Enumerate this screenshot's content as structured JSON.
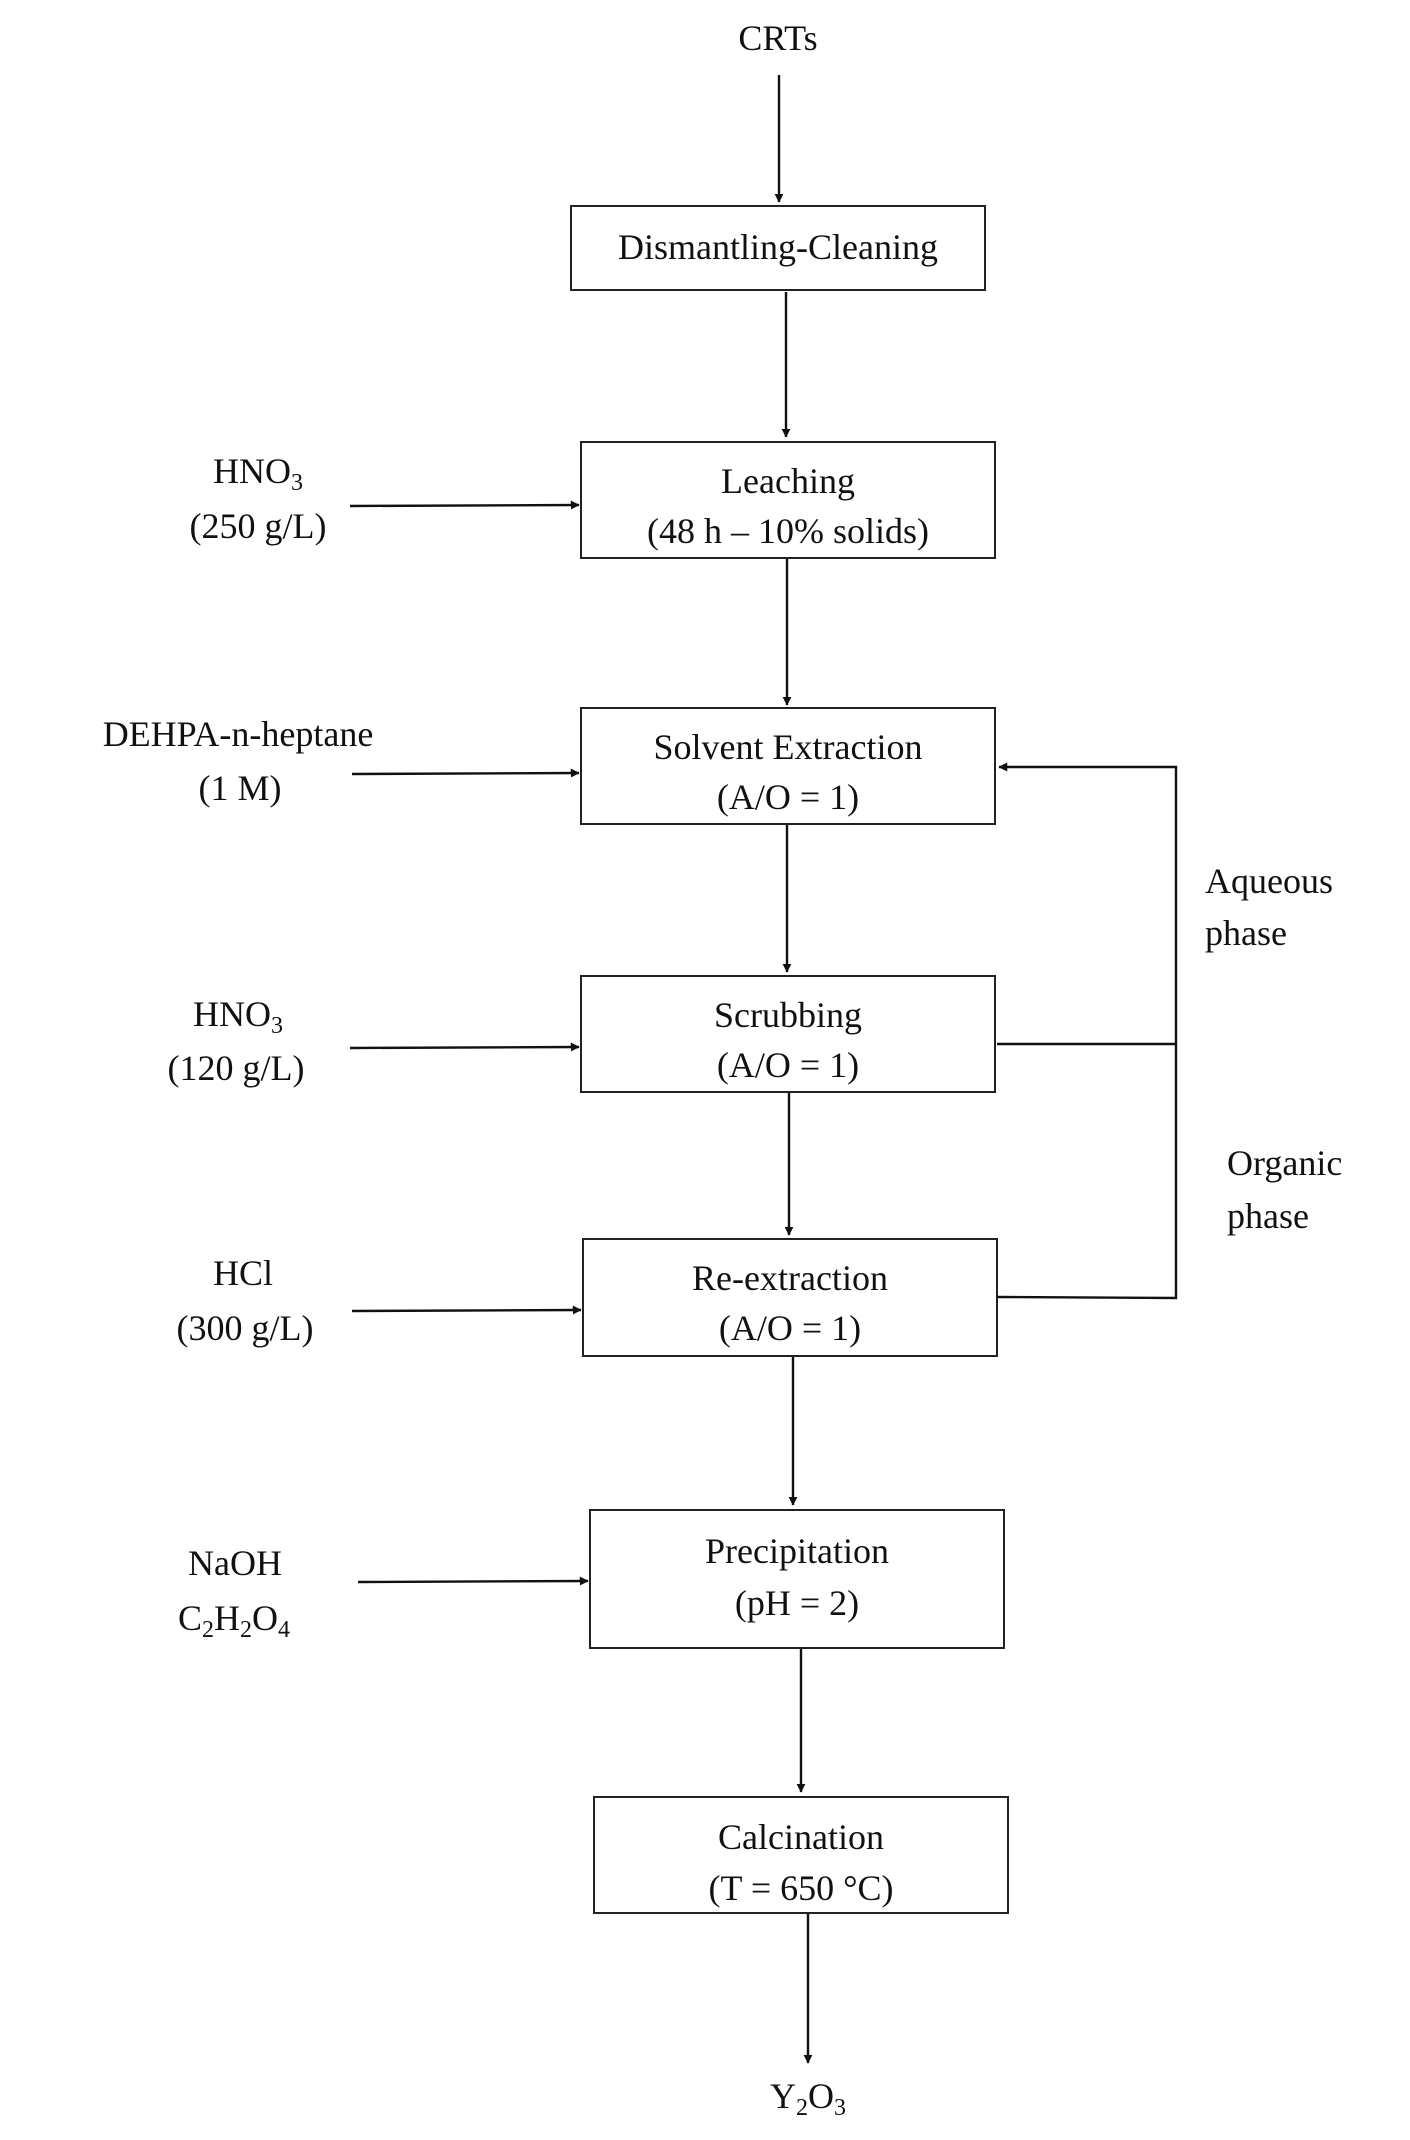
{
  "source": "CRTs",
  "product": {
    "base": "Y",
    "sub1": "2",
    "mid": "O",
    "sub2": "3"
  },
  "steps": [
    {
      "name": "Dismantling-Cleaning",
      "detail": ""
    },
    {
      "name": "Leaching",
      "detail": "(48 h – 10% solids)"
    },
    {
      "name": "Solvent Extraction",
      "detail": "(A/O = 1)"
    },
    {
      "name": "Scrubbing",
      "detail": "(A/O = 1)"
    },
    {
      "name": "Re-extraction",
      "detail": "(A/O = 1)"
    },
    {
      "name": "Precipitation",
      "detail": "(pH = 2)"
    },
    {
      "name": "Calcination",
      "detail": "(T = 650 °C)"
    }
  ],
  "reagents": {
    "leaching": {
      "line1": {
        "base": "HNO",
        "sub": "3"
      },
      "line2": "(250 g/L)"
    },
    "solvent_extraction": {
      "line1": "DEHPA-n-heptane",
      "line2": "(1 M)"
    },
    "scrubbing": {
      "line1": {
        "base": "HNO",
        "sub": "3"
      },
      "line2": "(120 g/L)"
    },
    "re_extraction": {
      "line1": "HCl",
      "line2": "(300 g/L)"
    },
    "precipitation": {
      "line1": "NaOH",
      "line2": {
        "c": "C",
        "s1": "2",
        "h": "H",
        "s2": "2",
        "o": "O",
        "s3": "4"
      }
    }
  },
  "recycle": {
    "aqueous": {
      "line1": "Aqueous",
      "line2": "phase"
    },
    "organic": {
      "line1": "Organic",
      "line2": "phase"
    }
  },
  "colors": {
    "stroke": "#111111",
    "box_fill": "#ffffff",
    "text": "#111111"
  }
}
